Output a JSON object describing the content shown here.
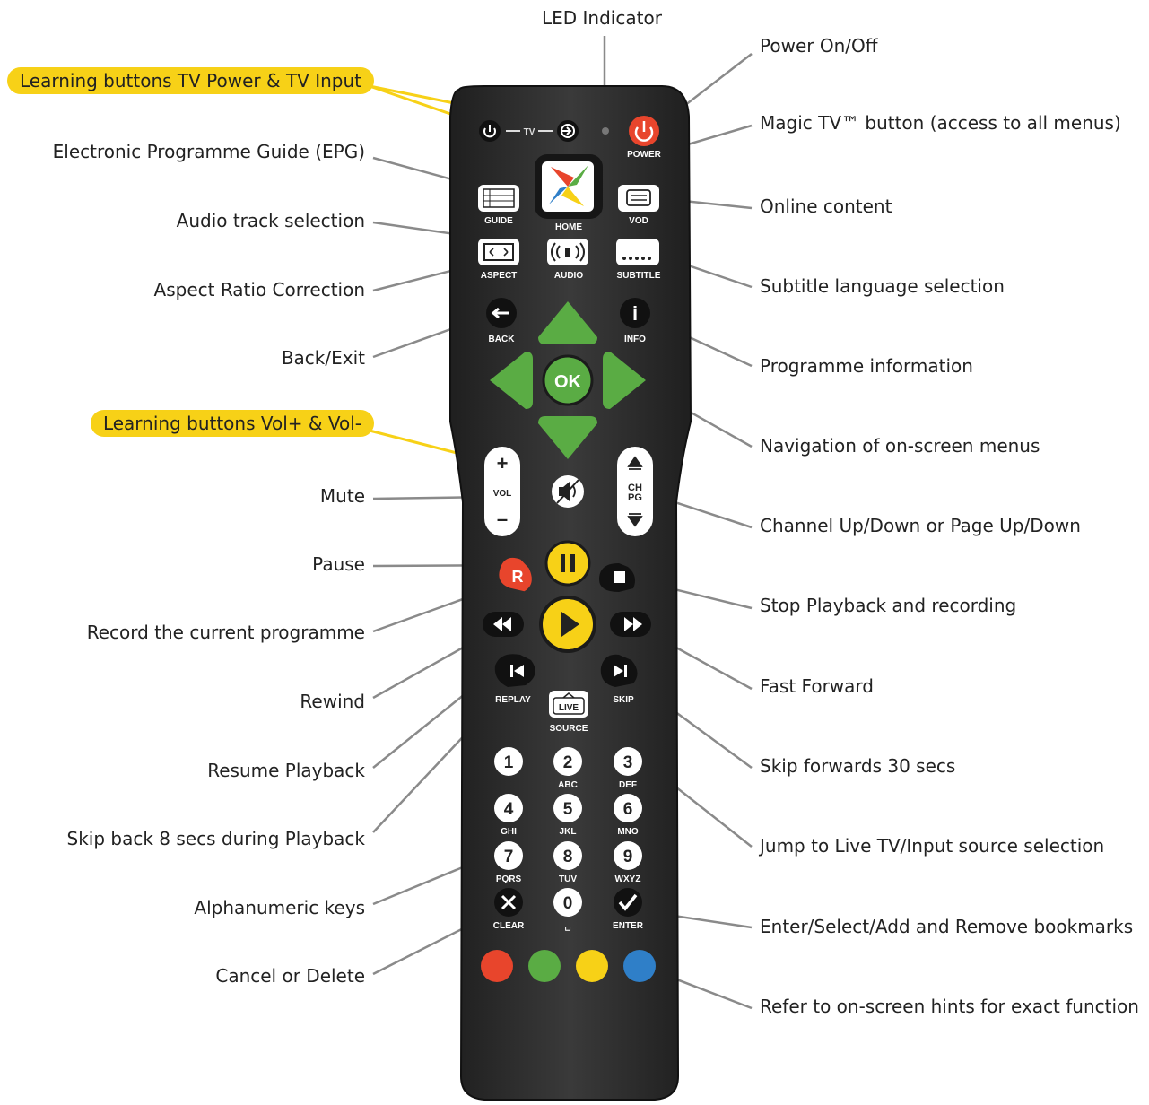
{
  "title": "LED Indicator",
  "left_labels": [
    {
      "id": "learn_tv",
      "text": "Learning buttons TV Power & TV Input",
      "highlight": true
    },
    {
      "id": "epg",
      "text": "Electronic Programme Guide (EPG)"
    },
    {
      "id": "audio",
      "text": "Audio track selection"
    },
    {
      "id": "aspect",
      "text": "Aspect Ratio Correction"
    },
    {
      "id": "back",
      "text": "Back/Exit"
    },
    {
      "id": "learn_vol",
      "text": "Learning buttons Vol+ & Vol-",
      "highlight": true
    },
    {
      "id": "mute",
      "text": "Mute"
    },
    {
      "id": "pause",
      "text": "Pause"
    },
    {
      "id": "record",
      "text": "Record the current programme"
    },
    {
      "id": "rewind",
      "text": "Rewind"
    },
    {
      "id": "resume",
      "text": "Resume Playback"
    },
    {
      "id": "skipback",
      "text": "Skip back 8 secs during Playback"
    },
    {
      "id": "alnum",
      "text": "Alphanumeric keys"
    },
    {
      "id": "cancel",
      "text": "Cancel or Delete"
    }
  ],
  "right_labels": [
    {
      "id": "power",
      "text": "Power On/Off"
    },
    {
      "id": "magic",
      "text": "Magic TV™ button (access to all menus)"
    },
    {
      "id": "online",
      "text": "Online content"
    },
    {
      "id": "subtitle",
      "text": "Subtitle language selection"
    },
    {
      "id": "info",
      "text": "Programme information"
    },
    {
      "id": "nav",
      "text": "Navigation of on-screen menus"
    },
    {
      "id": "channel",
      "text": "Channel Up/Down or Page Up/Down"
    },
    {
      "id": "stop",
      "text": "Stop Playback and recording"
    },
    {
      "id": "ff",
      "text": "Fast Forward"
    },
    {
      "id": "skipfwd",
      "text": "Skip forwards 30 secs"
    },
    {
      "id": "live",
      "text": "Jump to Live TV/Input source selection"
    },
    {
      "id": "enter",
      "text": "Enter/Select/Add and Remove bookmarks"
    },
    {
      "id": "colors",
      "text": "Refer to on-screen hints for exact function"
    }
  ],
  "remote": {
    "tv": "TV",
    "power": "POWER",
    "guide": "GUIDE",
    "home": "HOME",
    "vod": "VOD",
    "aspect": "ASPECT",
    "audio": "AUDIO",
    "subtitle": "SUBTITLE",
    "back": "BACK",
    "info": "INFO",
    "info_glyph": "i",
    "ok": "OK",
    "vol_plus": "+",
    "vol": "VOL",
    "vol_minus": "–",
    "ch": "CH",
    "pg": "PG",
    "record": "R",
    "replay": "REPLAY",
    "skip": "SKIP",
    "live": "LIVE",
    "source": "SOURCE",
    "keys": [
      {
        "num": "1",
        "letters": ""
      },
      {
        "num": "2",
        "letters": "ABC"
      },
      {
        "num": "3",
        "letters": "DEF"
      },
      {
        "num": "4",
        "letters": "GHI"
      },
      {
        "num": "5",
        "letters": "JKL"
      },
      {
        "num": "6",
        "letters": "MNO"
      },
      {
        "num": "7",
        "letters": "PQRS"
      },
      {
        "num": "8",
        "letters": "TUV"
      },
      {
        "num": "9",
        "letters": "WXYZ"
      }
    ],
    "clear": "CLEAR",
    "zero": "0",
    "space": "␣",
    "enter": "ENTER",
    "color_keys": [
      "#e8452c",
      "#5aac44",
      "#f7d117",
      "#2f7fc8"
    ]
  },
  "colors": {
    "body": "#2c2c2c",
    "green": "#5aac44",
    "yellow": "#f7d117",
    "red": "#e8452c",
    "highlight": "#f7d117",
    "leader": "#8a8a8a"
  }
}
